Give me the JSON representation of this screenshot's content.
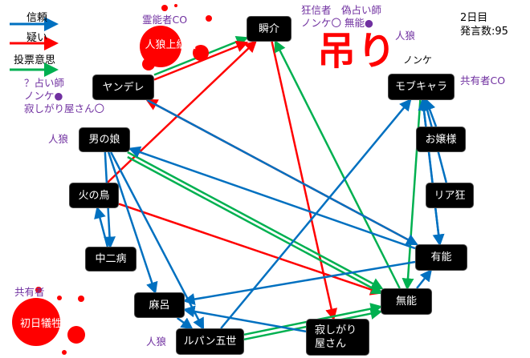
{
  "legend": {
    "trust": {
      "label": "信頼",
      "color": "#0070c0"
    },
    "suspect": {
      "label": "疑い",
      "color": "#ff0000"
    },
    "vote": {
      "label": "投票意思",
      "color": "#00b050"
    }
  },
  "info": {
    "day": "2日目",
    "posts": "発言数:95"
  },
  "hanged": {
    "label": "吊り",
    "sub": "ノンケ"
  },
  "nodes": {
    "shunsuke": "瞬介",
    "jinro_jokyu": "人狼上級者",
    "yandere": "ヤンデレ",
    "mob": "モブキャラ",
    "otokonoko": "男の娘",
    "ojosama": "お嬢様",
    "hinotori": "火の鳥",
    "riakyo": "リア狂",
    "chuni": "中二病",
    "yuno": "有能",
    "maro": "麻呂",
    "muno": "無能",
    "shonichi": "初日犠牲者",
    "lupin": "ルパン五世",
    "sabishi": "寂しがり屋さん"
  },
  "notes": {
    "reino_co": "霊能者CO",
    "fake_seer": "？占い師\nノンケ●\n寂しがり屋さん〇",
    "shunsuke_note": "狂信者　偽占い師\nノンケ〇 無能●",
    "shunsuke_wolf": "人狼",
    "kyoyu_co": "共有者CO",
    "otokonoko_wolf": "人狼",
    "kyoyu": "共有者",
    "lupin_wolf": "人狼"
  },
  "edges": [
    {
      "from": "yandere",
      "to": "shunsuke",
      "type": "vote"
    },
    {
      "from": "yandere",
      "to": "shunsuke",
      "type": "suspect"
    },
    {
      "from": "hinotori",
      "to": "shunsuke",
      "type": "suspect"
    },
    {
      "from": "yuno",
      "to": "yandere",
      "type": "suspect"
    },
    {
      "from": "shunsuke",
      "to": "sabishi",
      "type": "suspect"
    },
    {
      "from": "hinotori",
      "to": "muno",
      "type": "suspect"
    },
    {
      "from": "muno",
      "to": "shunsuke",
      "type": "vote"
    },
    {
      "from": "mob",
      "to": "muno",
      "type": "vote"
    },
    {
      "from": "otokonoko",
      "to": "muno",
      "type": "vote"
    },
    {
      "from": "otokonoko",
      "to": "muno",
      "type": "vote"
    },
    {
      "from": "lupin",
      "to": "muno",
      "type": "vote"
    },
    {
      "from": "lupin",
      "to": "muno",
      "type": "vote"
    },
    {
      "from": "yandere",
      "to": "yuno",
      "type": "trust"
    },
    {
      "from": "otokonoko",
      "to": "maro",
      "type": "trust"
    },
    {
      "from": "otokonoko",
      "to": "lupin",
      "type": "trust"
    },
    {
      "from": "yuno",
      "to": "otokonoko",
      "type": "trust"
    },
    {
      "from": "otokonoko",
      "to": "chuni",
      "type": "trust"
    },
    {
      "from": "chuni",
      "to": "hinotori",
      "type": "trust"
    },
    {
      "from": "maro",
      "to": "lupin",
      "type": "trust"
    },
    {
      "from": "lupin",
      "to": "mob",
      "type": "trust"
    },
    {
      "from": "yuno",
      "to": "mob",
      "type": "trust"
    },
    {
      "from": "ojosama",
      "to": "mob",
      "type": "trust"
    },
    {
      "from": "riakyo",
      "to": "mob",
      "type": "trust"
    },
    {
      "from": "mob",
      "to": "yuno",
      "type": "trust"
    },
    {
      "from": "yuno",
      "to": "maro",
      "type": "trust"
    },
    {
      "from": "sabishi",
      "to": "maro",
      "type": "trust"
    },
    {
      "from": "muno",
      "to": "yuno",
      "type": "trust"
    }
  ]
}
